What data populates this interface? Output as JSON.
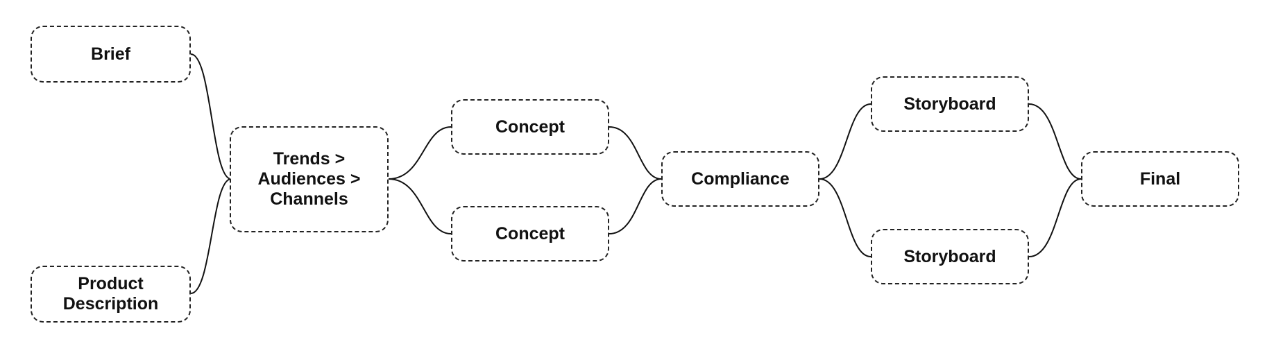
{
  "diagram": {
    "nodes": {
      "brief": "Brief",
      "product_description": "Product\nDescription",
      "trends": "Trends >\nAudiences >\nChannels",
      "concept_top": "Concept",
      "concept_bottom": "Concept",
      "compliance": "Compliance",
      "storyboard_top": "Storyboard",
      "storyboard_bottom": "Storyboard",
      "final": "Final"
    },
    "edges": [
      [
        "brief",
        "trends"
      ],
      [
        "product_description",
        "trends"
      ],
      [
        "trends",
        "concept_top"
      ],
      [
        "trends",
        "concept_bottom"
      ],
      [
        "concept_top",
        "compliance"
      ],
      [
        "concept_bottom",
        "compliance"
      ],
      [
        "compliance",
        "storyboard_top"
      ],
      [
        "compliance",
        "storyboard_bottom"
      ],
      [
        "storyboard_top",
        "final"
      ],
      [
        "storyboard_bottom",
        "final"
      ]
    ],
    "colors": {
      "stroke": "#111111",
      "node_border": "#222222",
      "background": "#ffffff"
    }
  }
}
